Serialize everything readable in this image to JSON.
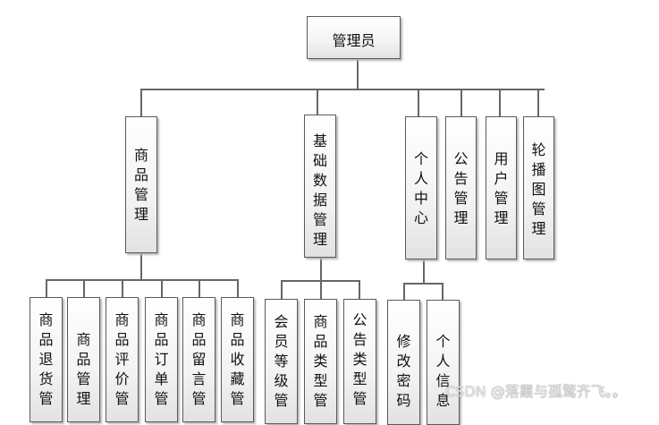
{
  "root": "管理员",
  "level2": [
    {
      "label": "商品管理"
    },
    {
      "label": "基础数据管理"
    },
    {
      "label": "个人中心"
    },
    {
      "label": "公告管理"
    },
    {
      "label": "用户管理"
    },
    {
      "label": "轮播图管理"
    }
  ],
  "goods_children": [
    "商品退货管",
    "商品管理",
    "商品评价管",
    "商品订单管",
    "商品留言管",
    "商品收藏管"
  ],
  "basic_children": [
    "会员等级管",
    "商品类型管",
    "公告类型管"
  ],
  "personal_children": [
    "修改密码",
    "个人信息"
  ],
  "watermark": "CSDN @落霞与孤鹜齐飞。。"
}
